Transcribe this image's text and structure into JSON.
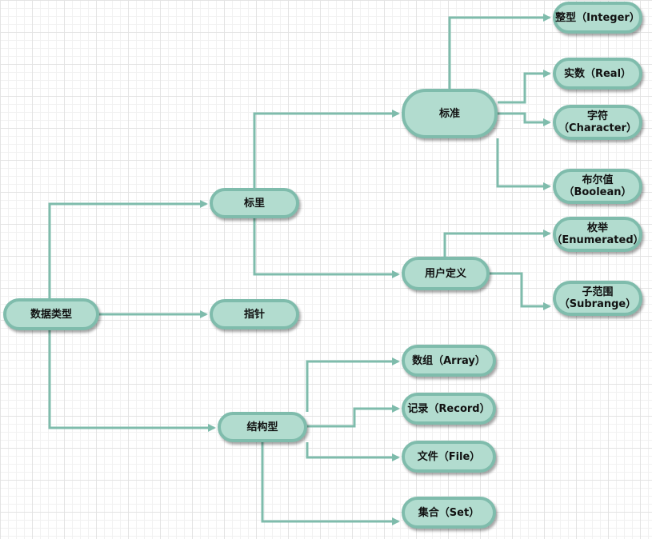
{
  "diagram": {
    "line_color": "#7fbcac",
    "node_fill": "#b2dccf",
    "node_border": "#7fbcac",
    "nodes": {
      "data_types": {
        "lines": [
          "数据类型"
        ]
      },
      "scalar": {
        "lines": [
          "标里"
        ]
      },
      "pointer": {
        "lines": [
          "指针"
        ]
      },
      "structured": {
        "lines": [
          "结构型"
        ]
      },
      "standard": {
        "lines": [
          "标准"
        ]
      },
      "user_defined": {
        "lines": [
          "用户定义"
        ]
      },
      "integer": {
        "lines": [
          "整型（Integer）"
        ]
      },
      "real": {
        "lines": [
          "实数（Real）"
        ]
      },
      "character": {
        "lines": [
          "字符",
          "（Character）"
        ]
      },
      "boolean": {
        "lines": [
          "布尔值",
          "（Boolean）"
        ]
      },
      "enumerated": {
        "lines": [
          "枚举",
          "（Enumerated）"
        ]
      },
      "subrange": {
        "lines": [
          "子范围",
          "（Subrange）"
        ]
      },
      "array": {
        "lines": [
          "数组（Array）"
        ]
      },
      "record": {
        "lines": [
          "记录（Record）"
        ]
      },
      "file": {
        "lines": [
          "文件（File）"
        ]
      },
      "set": {
        "lines": [
          "集合（Set）"
        ]
      }
    },
    "edges": [
      {
        "from": "data_types",
        "to": "scalar"
      },
      {
        "from": "data_types",
        "to": "pointer"
      },
      {
        "from": "data_types",
        "to": "structured"
      },
      {
        "from": "scalar",
        "to": "standard"
      },
      {
        "from": "scalar",
        "to": "user_defined"
      },
      {
        "from": "standard",
        "to": "integer"
      },
      {
        "from": "standard",
        "to": "real"
      },
      {
        "from": "standard",
        "to": "character"
      },
      {
        "from": "standard",
        "to": "boolean"
      },
      {
        "from": "user_defined",
        "to": "enumerated"
      },
      {
        "from": "user_defined",
        "to": "subrange"
      },
      {
        "from": "structured",
        "to": "array"
      },
      {
        "from": "structured",
        "to": "record"
      },
      {
        "from": "structured",
        "to": "file"
      },
      {
        "from": "structured",
        "to": "set"
      }
    ]
  }
}
